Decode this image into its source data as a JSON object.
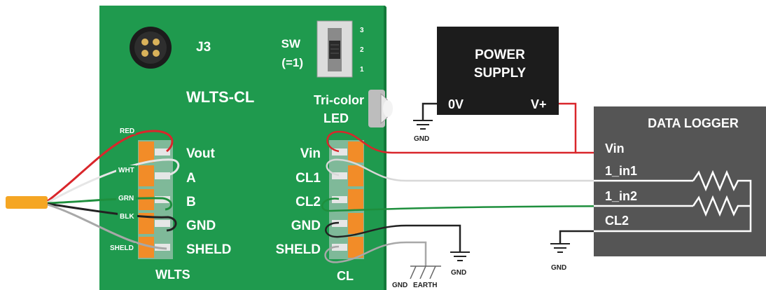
{
  "board": {
    "title": "WLTS-CL",
    "connector_label": "J3",
    "switch": {
      "label_line1": "SW",
      "label_line2": "(=1)",
      "pos3": "3",
      "pos2": "2",
      "pos1": "1"
    },
    "led_label_line1": "Tri-color",
    "led_label_line2": "LED",
    "left_block_label": "WLTS",
    "right_block_label": "CL",
    "left_terminals": [
      "Vout",
      "A",
      "B",
      "GND",
      "SHELD"
    ],
    "right_terminals": [
      "Vin",
      "CL1",
      "CL2",
      "GND",
      "SHELD"
    ],
    "colors": {
      "board": "#1f9a4e",
      "board_dark": "#137a3a",
      "terminal": "#f28c28"
    }
  },
  "cable": {
    "wire_labels": [
      "RED",
      "WHT",
      "GRN",
      "BLK",
      "SHELD"
    ],
    "colors": {
      "jacket": "#f5a623",
      "red": "#d9262b",
      "wht": "#e6e6e6",
      "grn": "#1e8f3d",
      "blk": "#222222",
      "sheld": "#a8a8a8"
    }
  },
  "power_supply": {
    "title_line1": "POWER",
    "title_line2": "SUPPLY",
    "terminal_neg": "0V",
    "terminal_pos": "V+"
  },
  "data_logger": {
    "title": "DATA LOGGER",
    "terminals": [
      "Vin",
      "1_in1",
      "1_in2",
      "CL2"
    ]
  },
  "grounds": {
    "gnd": "GND",
    "gnd_earth_1": "GND",
    "gnd_earth_2": "EARTH"
  }
}
